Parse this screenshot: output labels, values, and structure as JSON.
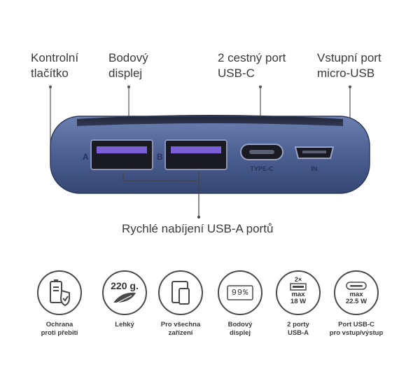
{
  "callouts": {
    "control_button": "Kontrolní\ntlačítko",
    "dot_display": "Bodový\ndisplej",
    "usb_c_port": "2 cestný port\nUSB-C",
    "micro_usb_port": "Vstupní port\nmicro-USB",
    "fast_charging": "Rychlé nabíjení USB-A portů"
  },
  "device": {
    "port_a_letter": "A",
    "port_b_letter": "B",
    "typec_label": "TYPE-C",
    "in_label": "IN",
    "body_color": "#4a5d8c",
    "port_glow_color": "#7b5fd6"
  },
  "features": [
    {
      "icon": "battery-shield-icon",
      "label": "Ochrana\nproti přebití"
    },
    {
      "icon": "feather-weight-icon",
      "value": "220 g.",
      "label": "Lehký"
    },
    {
      "icon": "devices-icon",
      "label": "Pro všechna\nzařízení"
    },
    {
      "icon": "percent-display-icon",
      "value": "99%",
      "label": "Bodový\ndisplej"
    },
    {
      "icon": "usb-a-ports-icon",
      "count": "2×",
      "power_label": "max\n18 W",
      "label": "2 porty\nUSB-A"
    },
    {
      "icon": "usb-c-port-icon",
      "power_label": "max\n22.5 W",
      "label": "Port USB-C\npro vstup/výstup"
    }
  ]
}
